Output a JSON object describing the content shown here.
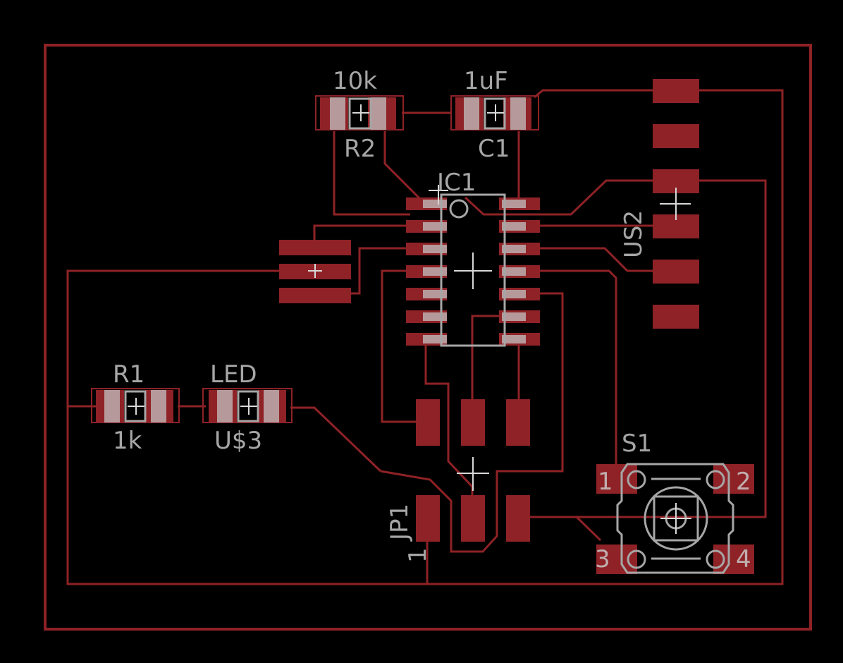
{
  "view": "PCB board layout (top copper layer)",
  "colors": {
    "background": "#000000",
    "copper": "#8e2226",
    "silkscreen": "#a6a6a6",
    "pad_highlight": "#b69a9b"
  },
  "components": {
    "R2": {
      "name": "R2",
      "value": "10k"
    },
    "C1": {
      "name": "C1",
      "value": "1uF"
    },
    "IC1": {
      "name": "IC1"
    },
    "US2": {
      "name": "US2"
    },
    "R1": {
      "name": "R1",
      "value": "1k"
    },
    "LED": {
      "name": "U$3",
      "value": "LED"
    },
    "JP1": {
      "name": "JP1",
      "pin1": "1"
    },
    "S1": {
      "name": "S1",
      "pins": [
        "1",
        "2",
        "3",
        "4"
      ]
    }
  }
}
